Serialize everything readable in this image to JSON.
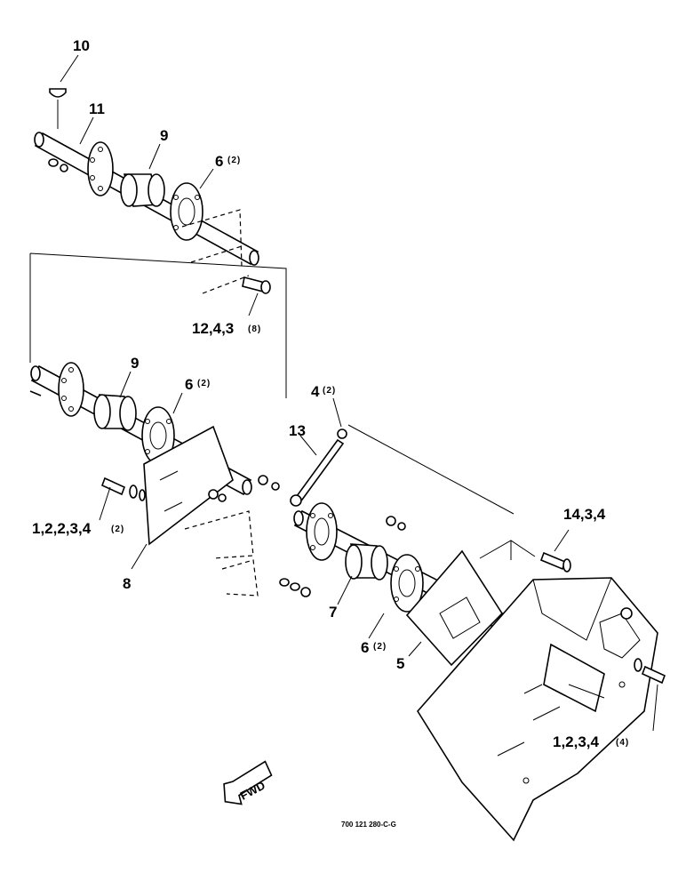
{
  "callouts": [
    {
      "id": "c10",
      "text": "10",
      "qty": ""
    },
    {
      "id": "c11",
      "text": "11",
      "qty": ""
    },
    {
      "id": "c9a",
      "text": "9",
      "qty": ""
    },
    {
      "id": "c6a",
      "text": "6",
      "qty": "(2)"
    },
    {
      "id": "c12",
      "text": "12,4,3",
      "qty": "(8)"
    },
    {
      "id": "c9b",
      "text": "9",
      "qty": ""
    },
    {
      "id": "c6b",
      "text": "6",
      "qty": "(2)"
    },
    {
      "id": "c4",
      "text": "4",
      "qty": "(2)"
    },
    {
      "id": "c13",
      "text": "13",
      "qty": ""
    },
    {
      "id": "c1a",
      "text": "1,2,2,3,4",
      "qty": "(2)"
    },
    {
      "id": "c14",
      "text": "14,3,4",
      "qty": ""
    },
    {
      "id": "c8",
      "text": "8",
      "qty": ""
    },
    {
      "id": "c7",
      "text": "7",
      "qty": ""
    },
    {
      "id": "c6c",
      "text": "6",
      "qty": "(2)"
    },
    {
      "id": "c5",
      "text": "5",
      "qty": ""
    },
    {
      "id": "c1b",
      "text": "1,2,3,4",
      "qty": "(4)"
    }
  ],
  "fwd_label": "FWD",
  "figure_code": "700 121 280-C-G"
}
